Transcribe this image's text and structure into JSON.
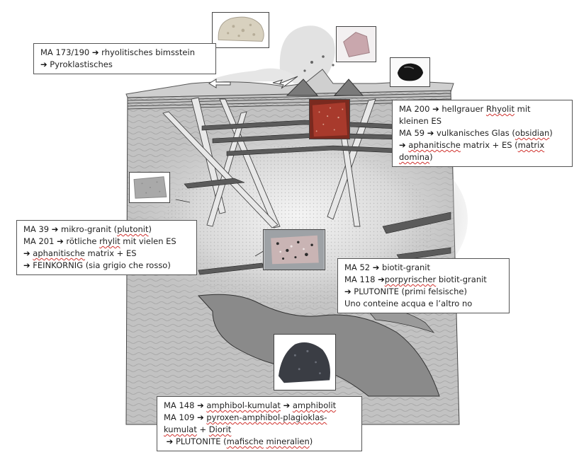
{
  "colors": {
    "crust": "#bdbdbd",
    "crust_dark": "#8f8f8f",
    "chamber": "#d8d8d8",
    "mafic_body": "#8a8a8a",
    "sky_ash": "#e2e2e2",
    "note_border": "#555555",
    "spell_underline": "#d0312d"
  },
  "notes": {
    "n1": {
      "l1": [
        "MA 173/190 ",
        "rhyolitisches bimsstein"
      ],
      "l2": [
        "Pyroklastisches"
      ]
    },
    "n2": {
      "l1": [
        "MA 200 ",
        "hellgrauer ",
        "Rhyolit",
        " mit"
      ],
      "l2": [
        "kleinen ES"
      ],
      "l3": [
        "MA 59 ",
        "vulkanisches Glas (",
        "obsidian",
        ")"
      ],
      "l4": [
        "aphanitische",
        " matrix + ES (",
        "matrix"
      ],
      "l5": [
        "domina",
        ")"
      ]
    },
    "n3": {
      "l1": [
        "MA 39 ",
        "mikro-granit (",
        "plutonit",
        ")"
      ],
      "l2": [
        "MA 201 ",
        "rötliche ",
        "rhylit",
        " mit vielen ES"
      ],
      "l3": [
        "aphanitische",
        " matrix + ES"
      ],
      "l4": [
        "FEINKORNIG (sia grigio che rosso)"
      ]
    },
    "n4": {
      "l1": [
        "MA 52 ",
        "biotit-granit"
      ],
      "l2": [
        "MA 118 ",
        "porpyrischer",
        " biotit-granit"
      ],
      "l3": [
        "PLUTONITE (primi felsische)"
      ],
      "l4": [
        "Uno conteine acqua e l’altro no"
      ]
    },
    "n5": {
      "l1": [
        "MA 148 ",
        "amphibol-kumulat",
        " ",
        "amphibolit"
      ],
      "l2": [
        "MA 109 ",
        "pyroxen-amphibol-plagioklas-"
      ],
      "l3": [
        "kumulat",
        " + ",
        "Diorit"
      ],
      "l4": [
        "PLUTONITE (",
        "mafische",
        " ",
        "mineralien",
        ")"
      ]
    }
  },
  "photos": [
    {
      "id": "pumice",
      "icon": "pumice-rock-photo",
      "color": "#d8d1bf"
    },
    {
      "id": "pink-rhyolite",
      "icon": "pink-rhyolite-rock-photo",
      "color": "#c9a7ad"
    },
    {
      "id": "obsidian",
      "icon": "obsidian-rock-photo",
      "color": "#151515"
    },
    {
      "id": "red-rhyolite",
      "icon": "red-rhyolite-rock-photo",
      "color": "#a83a2c"
    },
    {
      "id": "micro-granite",
      "icon": "micro-granite-rock-photo",
      "color": "#a9a9a9"
    },
    {
      "id": "biotite-granite",
      "icon": "biotite-granite-rock-photo",
      "color": "#c9b4b4"
    },
    {
      "id": "amphibolite",
      "icon": "amphibolite-rock-photo",
      "color": "#3a3d44"
    }
  ]
}
